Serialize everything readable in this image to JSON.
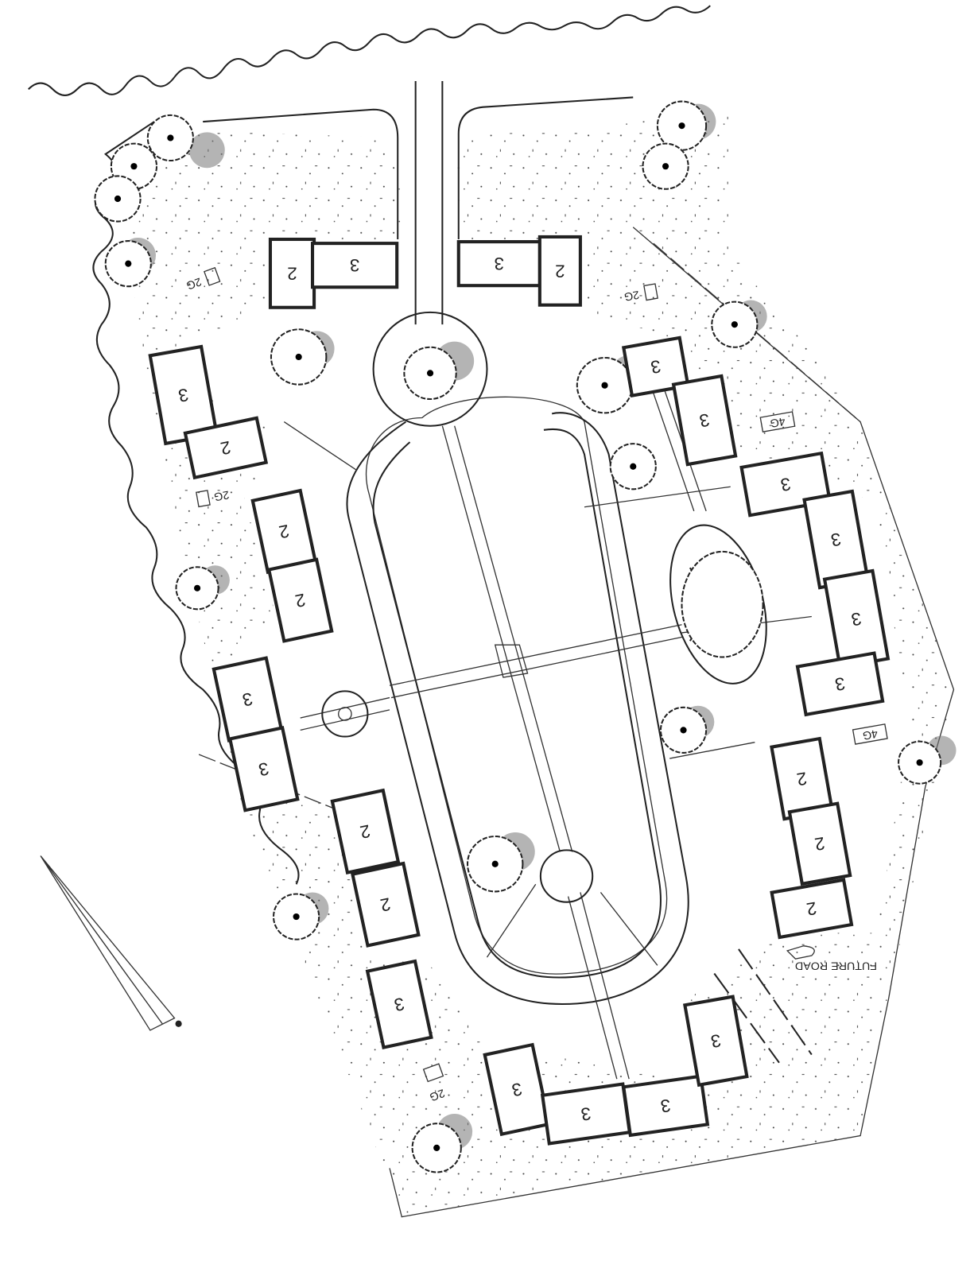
{
  "plan": {
    "units": [
      "2",
      "3",
      "3",
      "2",
      "3",
      "2",
      "2",
      "2",
      "3",
      "3",
      "2",
      "2",
      "3",
      "3",
      "3",
      "3",
      "3",
      "3",
      "3",
      "3",
      "3",
      "3",
      "3",
      "2",
      "2",
      "2"
    ],
    "garages": [
      "2G",
      "2G",
      "2G",
      "2G",
      "4G",
      "4G"
    ],
    "future_road": "FUTURE ROAD"
  }
}
